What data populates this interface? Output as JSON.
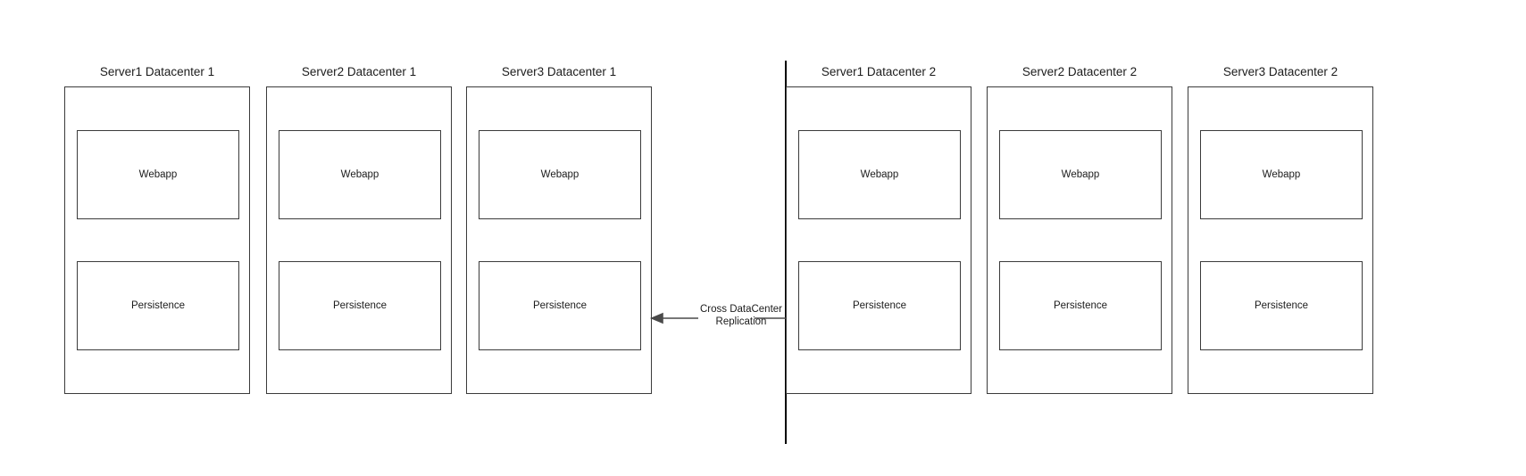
{
  "diagram": {
    "title_hidden": "",
    "background_color": "#ffffff",
    "line_color": "#3b3b3b",
    "divider_color": "#000000"
  },
  "datacenters": [
    {
      "name": "Datacenter 1",
      "servers": [
        {
          "title": "Server1 Datacenter 1",
          "components": [
            {
              "label": "Webapp"
            },
            {
              "label": "Persistence"
            }
          ]
        },
        {
          "title": "Server2 Datacenter 1",
          "components": [
            {
              "label": "Webapp"
            },
            {
              "label": "Persistence"
            }
          ]
        },
        {
          "title": "Server3 Datacenter 1",
          "components": [
            {
              "label": "Webapp"
            },
            {
              "label": "Persistence"
            }
          ]
        }
      ]
    },
    {
      "name": "Datacenter 2",
      "servers": [
        {
          "title": "Server1 Datacenter 2",
          "components": [
            {
              "label": "Webapp"
            },
            {
              "label": "Persistence"
            }
          ]
        },
        {
          "title": "Server2 Datacenter 2",
          "components": [
            {
              "label": "Webapp"
            },
            {
              "label": "Persistence"
            }
          ]
        },
        {
          "title": "Server3 Datacenter 2",
          "components": [
            {
              "label": "Webapp"
            },
            {
              "label": "Persistence"
            }
          ]
        }
      ]
    }
  ],
  "replication": {
    "line1": "Cross DataCenter",
    "line2": "Replication",
    "left_arrow_icon": "arrow-left-icon",
    "right_arrow_icon": "arrow-right-icon"
  }
}
